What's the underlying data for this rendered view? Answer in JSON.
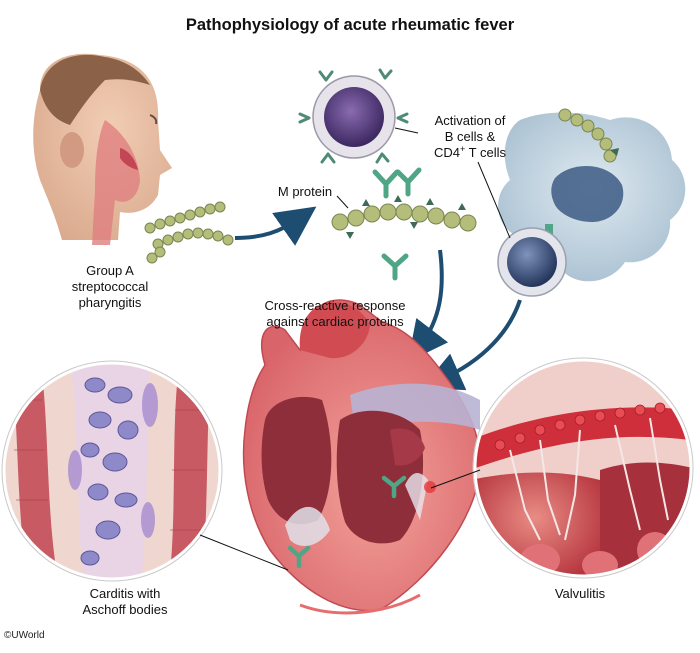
{
  "title": "Pathophysiology of acute rheumatic fever",
  "labels": {
    "group_a_line1": "Group A",
    "group_a_line2": "streptococcal",
    "group_a_line3": "pharyngitis",
    "m_protein": "M protein",
    "activation_line1": "Activation of",
    "activation_line2": "B cells &",
    "activation_cd4": "CD4",
    "activation_plus": "+",
    "activation_tcells": " T cells",
    "cross_line1": "Cross-reactive response",
    "cross_line2": "against cardiac proteins",
    "carditis_line1": "Carditis with",
    "carditis_line2": "Aschoff bodies",
    "valvulitis": "Valvulitis"
  },
  "copyright": "©UWorld",
  "colors": {
    "arrow": "#1e4d72",
    "streptococcus": "#b4be7a",
    "antibody": "#4fa585",
    "bcell": "#5a3d7e",
    "tcell": "#3f5a88",
    "apc": "#b9cedd",
    "myocardium": "#c94a55",
    "vessel": "#a9a6c4",
    "valve_inflamed": "#d6333d"
  },
  "icons": [
    "head-illustration",
    "streptococcus-chain-icon",
    "antibody-icon",
    "b-cell-icon",
    "antigen-presenting-cell-icon",
    "t-cell-icon",
    "heart-illustration",
    "myocardium-magnified-icon",
    "valve-magnified-icon"
  ]
}
